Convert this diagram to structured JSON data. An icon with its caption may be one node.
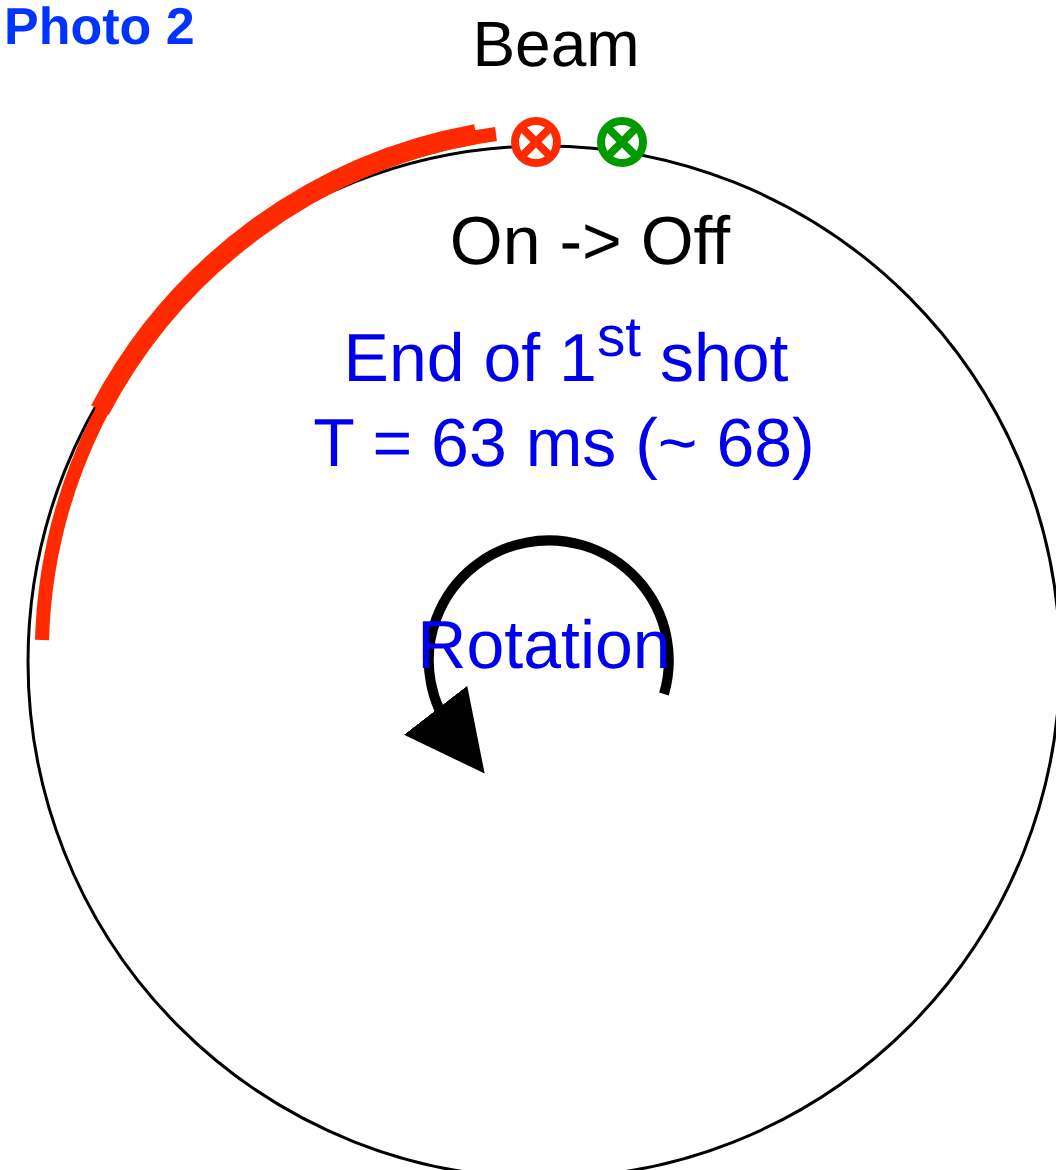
{
  "diagram": {
    "title": "Photo 2",
    "labels": [
      "Beam",
      "On -> Off",
      "End of 1$^{st}$ shot",
      "T = 63 ms (~ 68)",
      "Rotation"
    ]
  }
}
